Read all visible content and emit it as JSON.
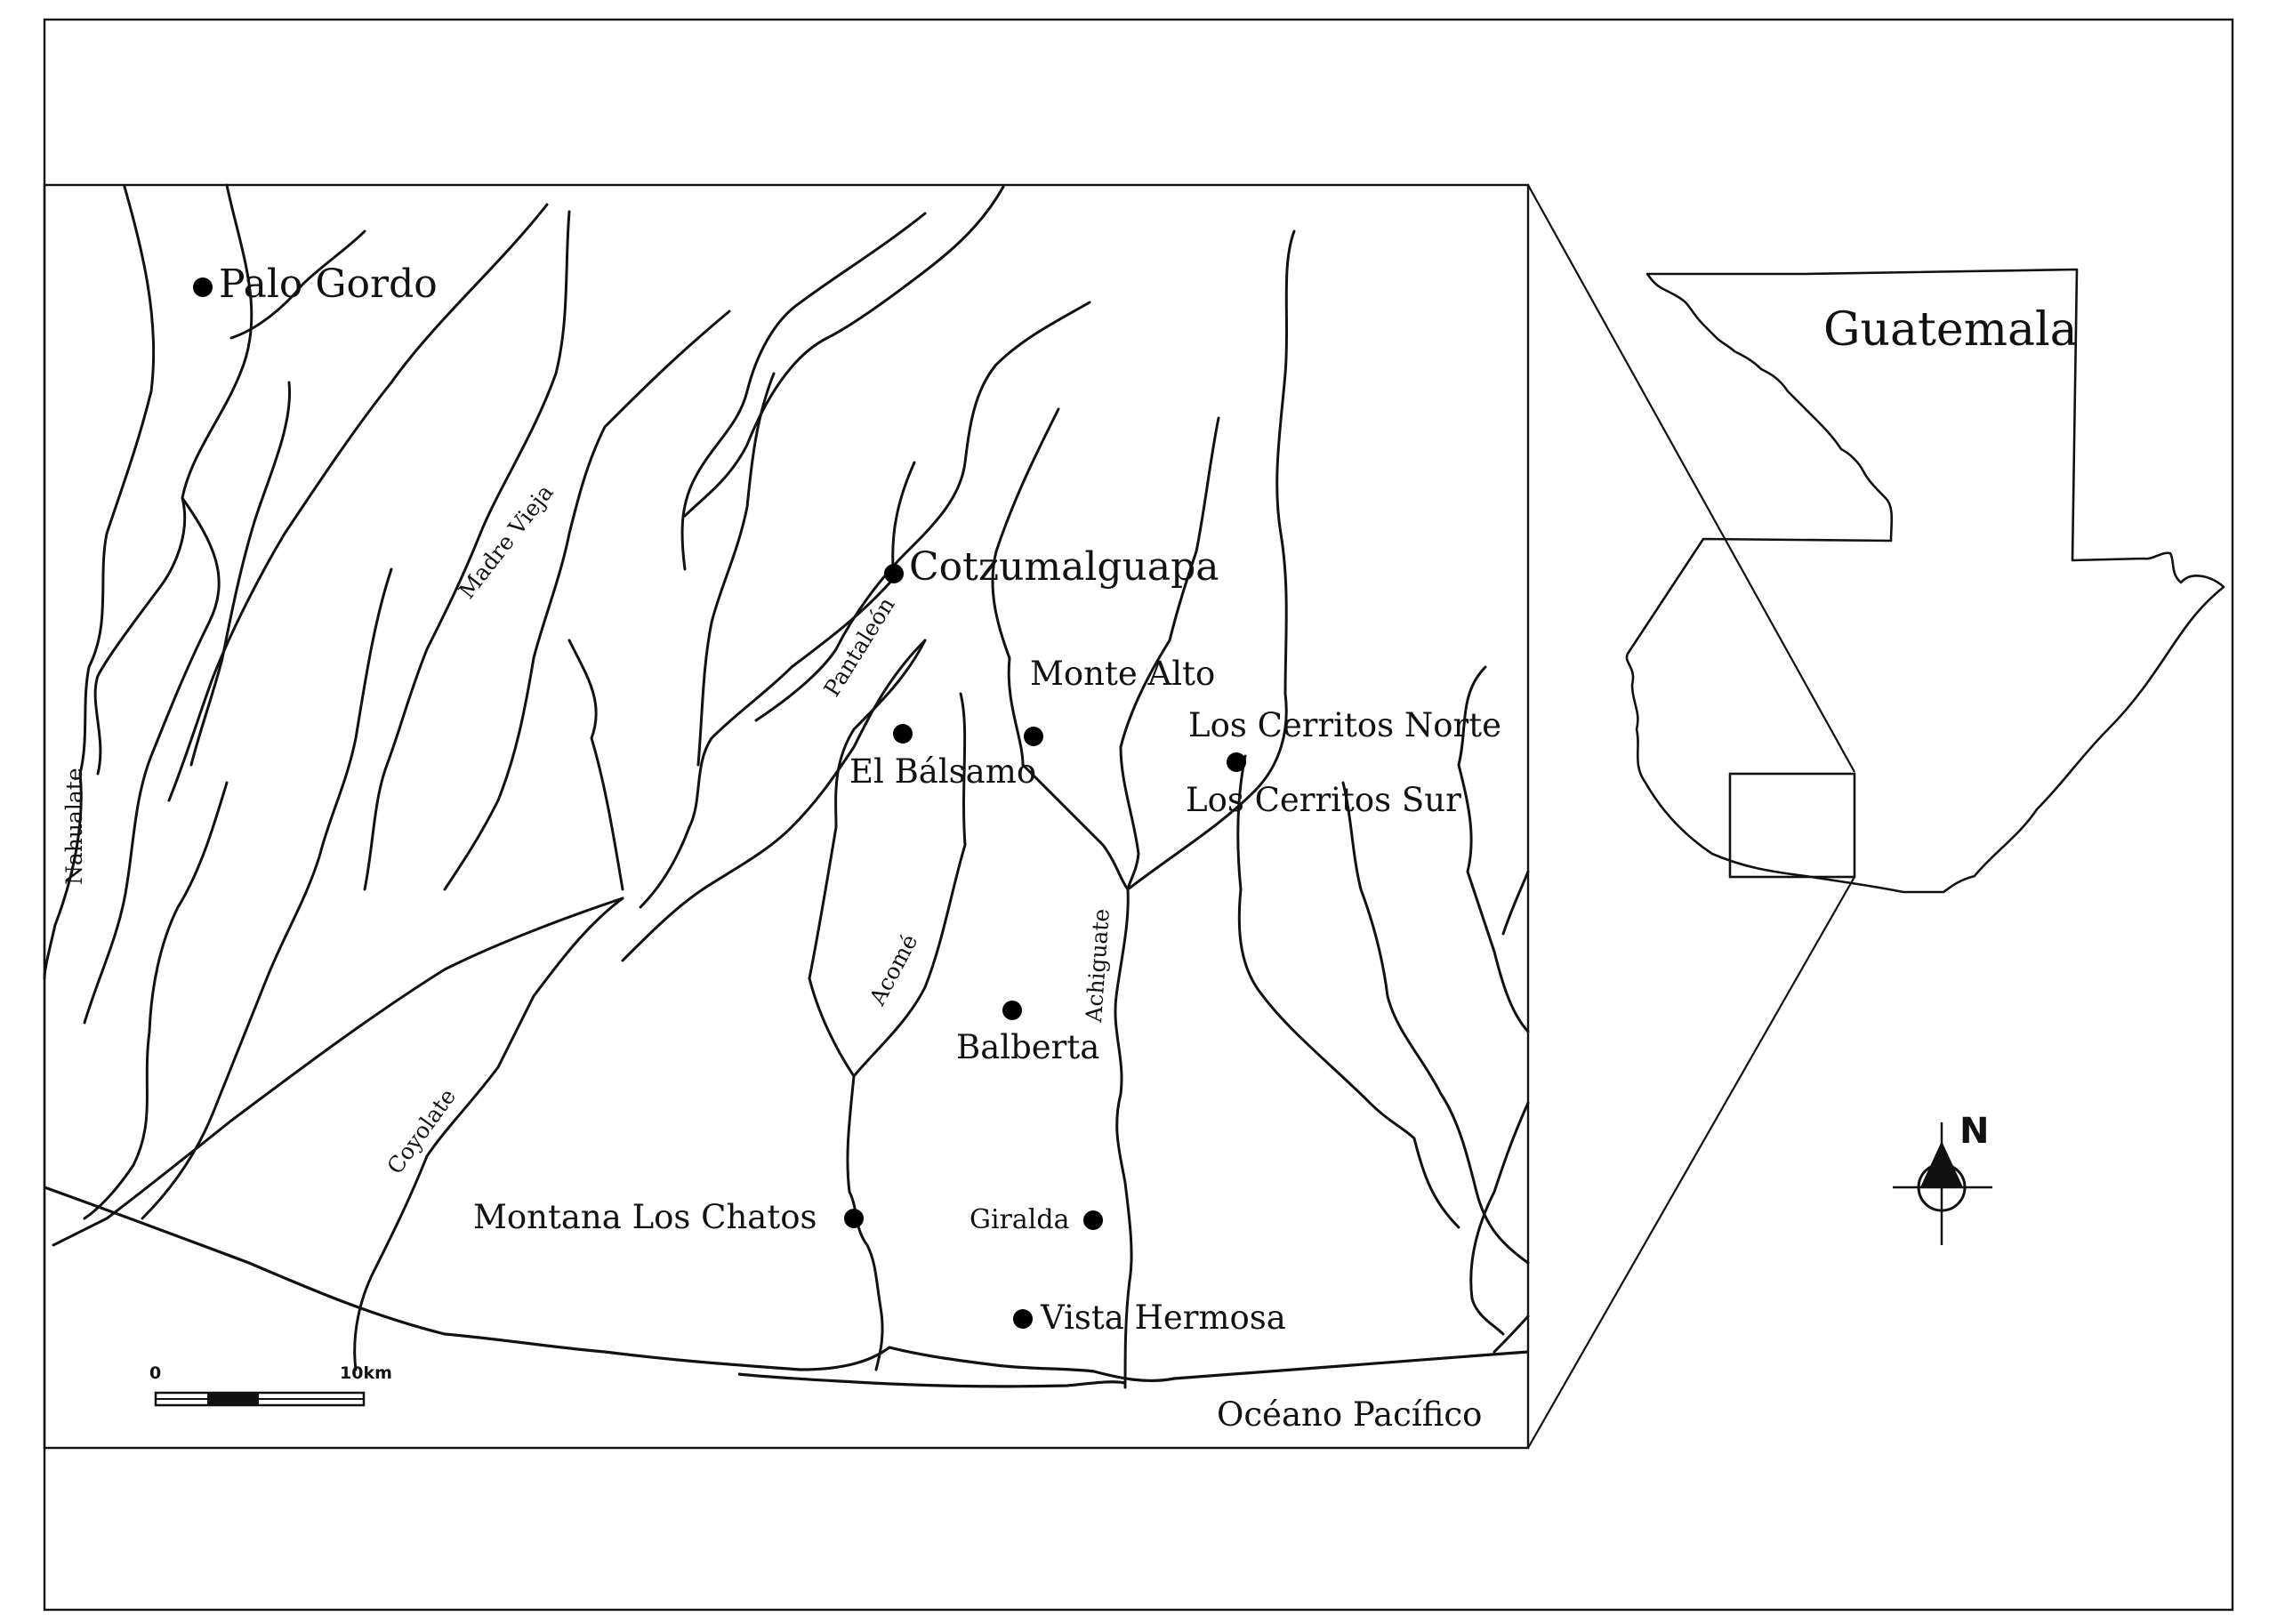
{
  "map": {
    "inset_title": "Guatemala",
    "ocean_label": "Océano Pacífico",
    "north_label": "N",
    "scale": {
      "start_label": "0",
      "end_label": "10km"
    },
    "sites": [
      {
        "id": "palo-gordo",
        "name": "Palo Gordo"
      },
      {
        "id": "cotzumalguapa",
        "name": "Cotzumalguapa"
      },
      {
        "id": "monte-alto",
        "name": "Monte Alto"
      },
      {
        "id": "el-balsamo",
        "name": "El Bálsamo"
      },
      {
        "id": "los-cerritos-norte",
        "name": "Los Cerritos Norte"
      },
      {
        "id": "los-cerritos-sur",
        "name": "Los Cerritos Sur"
      },
      {
        "id": "balberta",
        "name": "Balberta"
      },
      {
        "id": "montana-los-chatos",
        "name": "Montana Los Chatos"
      },
      {
        "id": "giralda",
        "name": "Giralda"
      },
      {
        "id": "vista-hermosa",
        "name": "Vista Hermosa"
      }
    ],
    "rivers": [
      {
        "id": "nahualate",
        "name": "Nahualate"
      },
      {
        "id": "madre-vieja",
        "name": "Madre Vieja"
      },
      {
        "id": "pantaleon",
        "name": "Pantaleón"
      },
      {
        "id": "coyolate",
        "name": "Coyolate"
      },
      {
        "id": "acome",
        "name": "Acomé"
      },
      {
        "id": "achiguate",
        "name": "Achiguate"
      }
    ]
  }
}
